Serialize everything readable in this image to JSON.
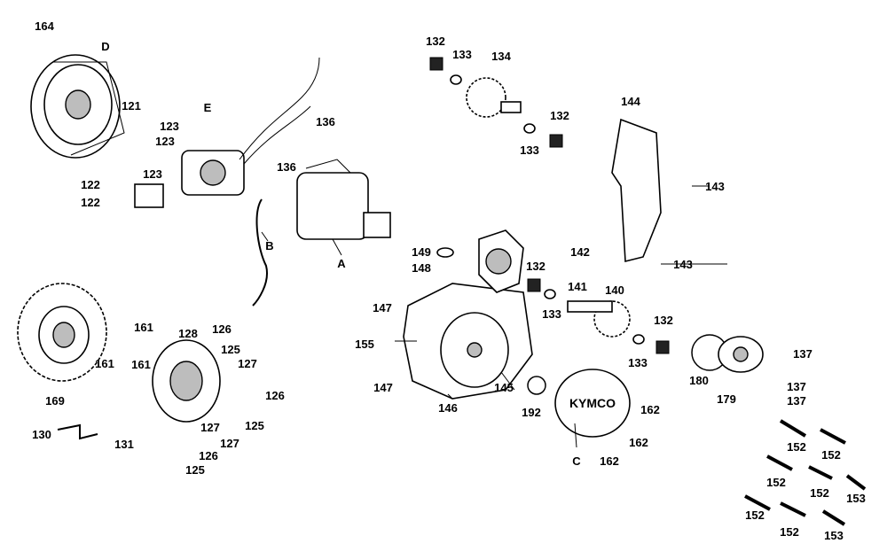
{
  "diagram": {
    "brand_logo": "KYMCO",
    "labels": [
      "164",
      "D",
      "121",
      "123",
      "123",
      "E",
      "123",
      "122",
      "122",
      "B",
      "136",
      "136",
      "A",
      "132",
      "133",
      "134",
      "132",
      "133",
      "144",
      "143",
      "143",
      "149",
      "148",
      "132",
      "142",
      "141",
      "140",
      "133",
      "132",
      "133",
      "137",
      "137",
      "137",
      "180",
      "179",
      "147",
      "155",
      "147",
      "145",
      "146",
      "192",
      "162",
      "162",
      "162",
      "C",
      "161",
      "161",
      "161",
      "128",
      "126",
      "125",
      "127",
      "126",
      "125",
      "127",
      "126",
      "127",
      "125",
      "169",
      "130",
      "131",
      "152",
      "152",
      "152",
      "152",
      "152",
      "152",
      "153",
      "153"
    ]
  }
}
